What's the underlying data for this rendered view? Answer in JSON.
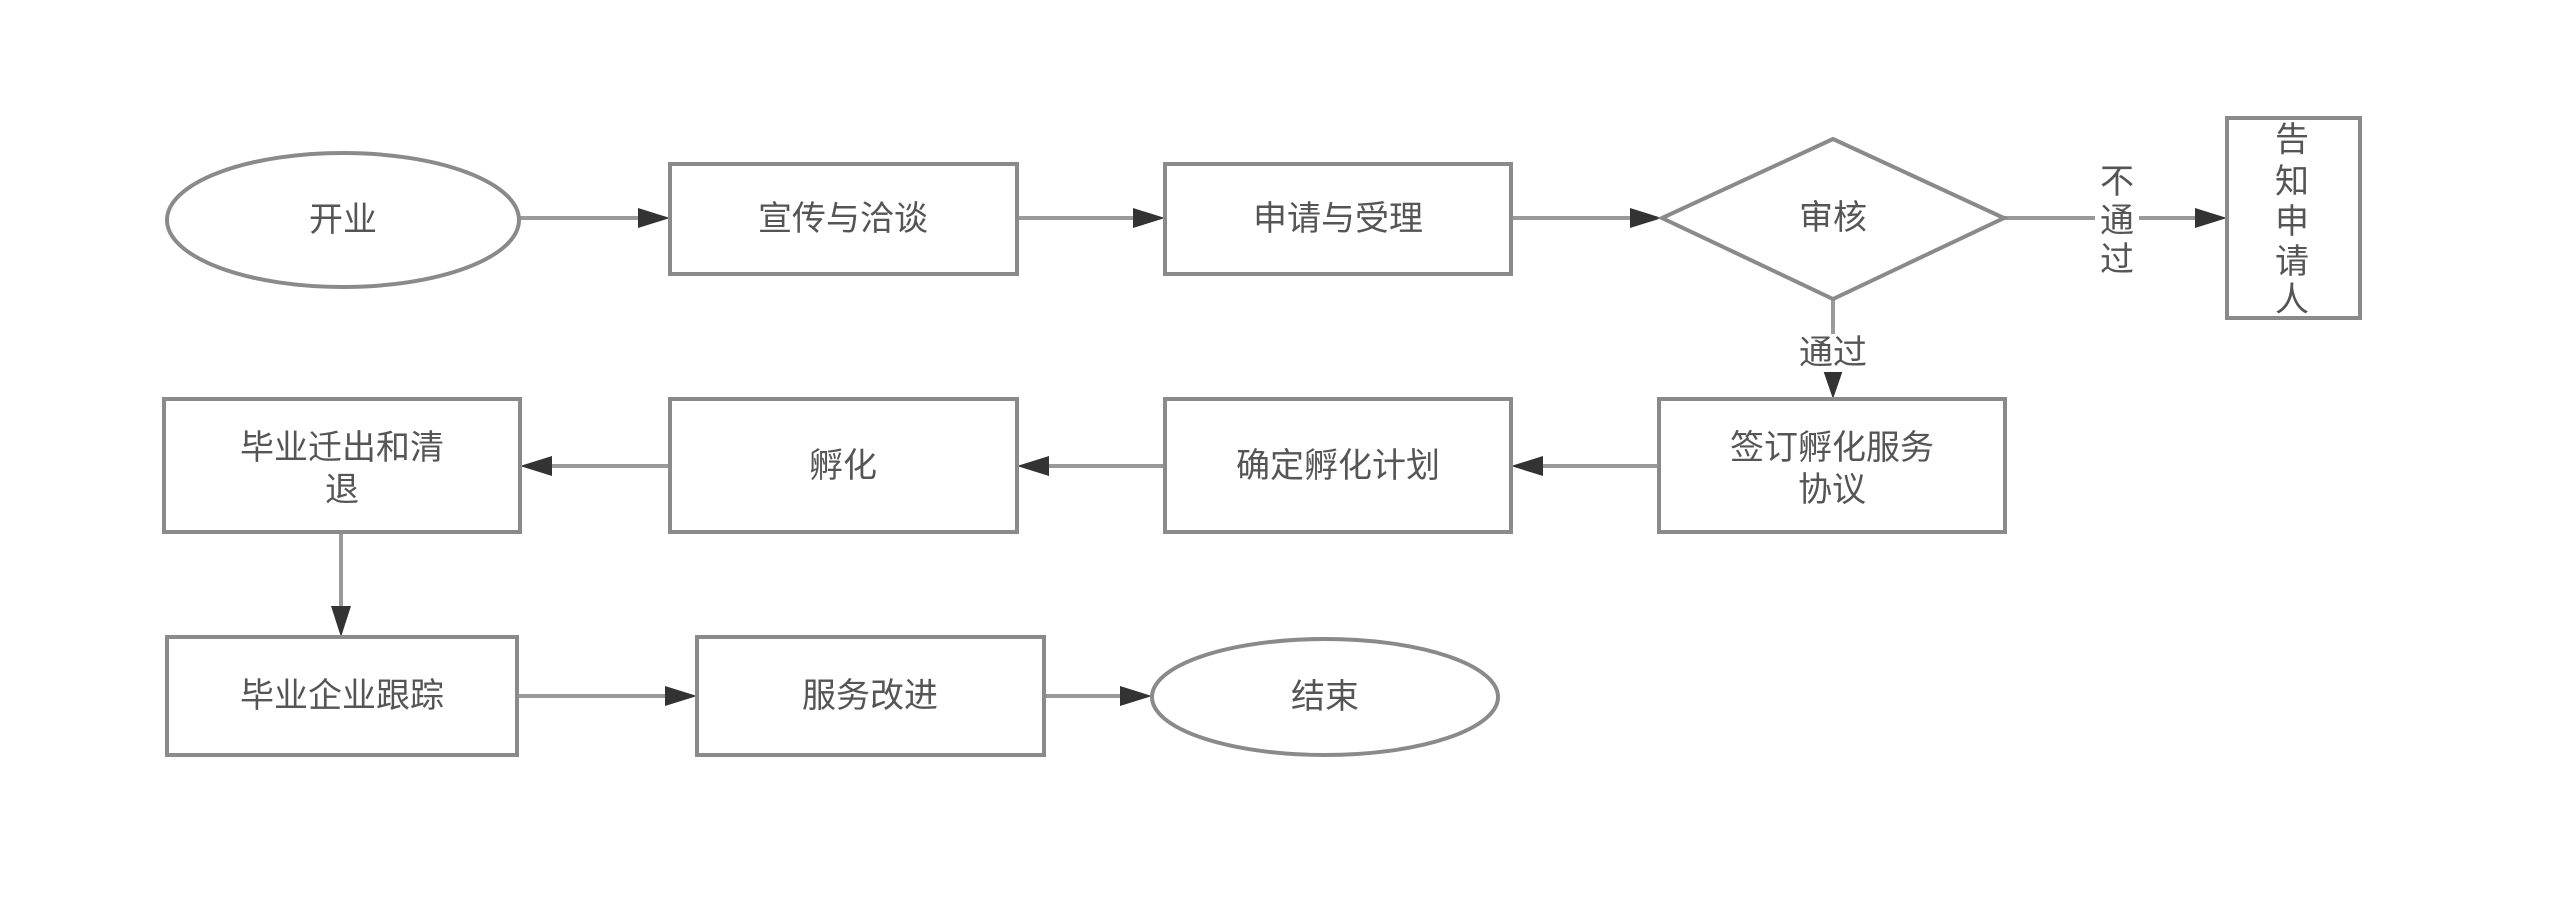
{
  "nodes": {
    "start": "开业",
    "promote": "宣传与洽谈",
    "apply": "申请与受理",
    "review": "审核",
    "notify": [
      "告",
      "知",
      "申",
      "请",
      "人"
    ],
    "sign": [
      "签订孵化服务",
      "协议"
    ],
    "plan": "确定孵化计划",
    "incubate": "孵化",
    "graduate": [
      "毕业迁出和清",
      "退"
    ],
    "track": "毕业企业跟踪",
    "improve": "服务改进",
    "end": "结束"
  },
  "edges": {
    "fail": [
      "不",
      "通",
      "过"
    ],
    "pass": "通过"
  }
}
